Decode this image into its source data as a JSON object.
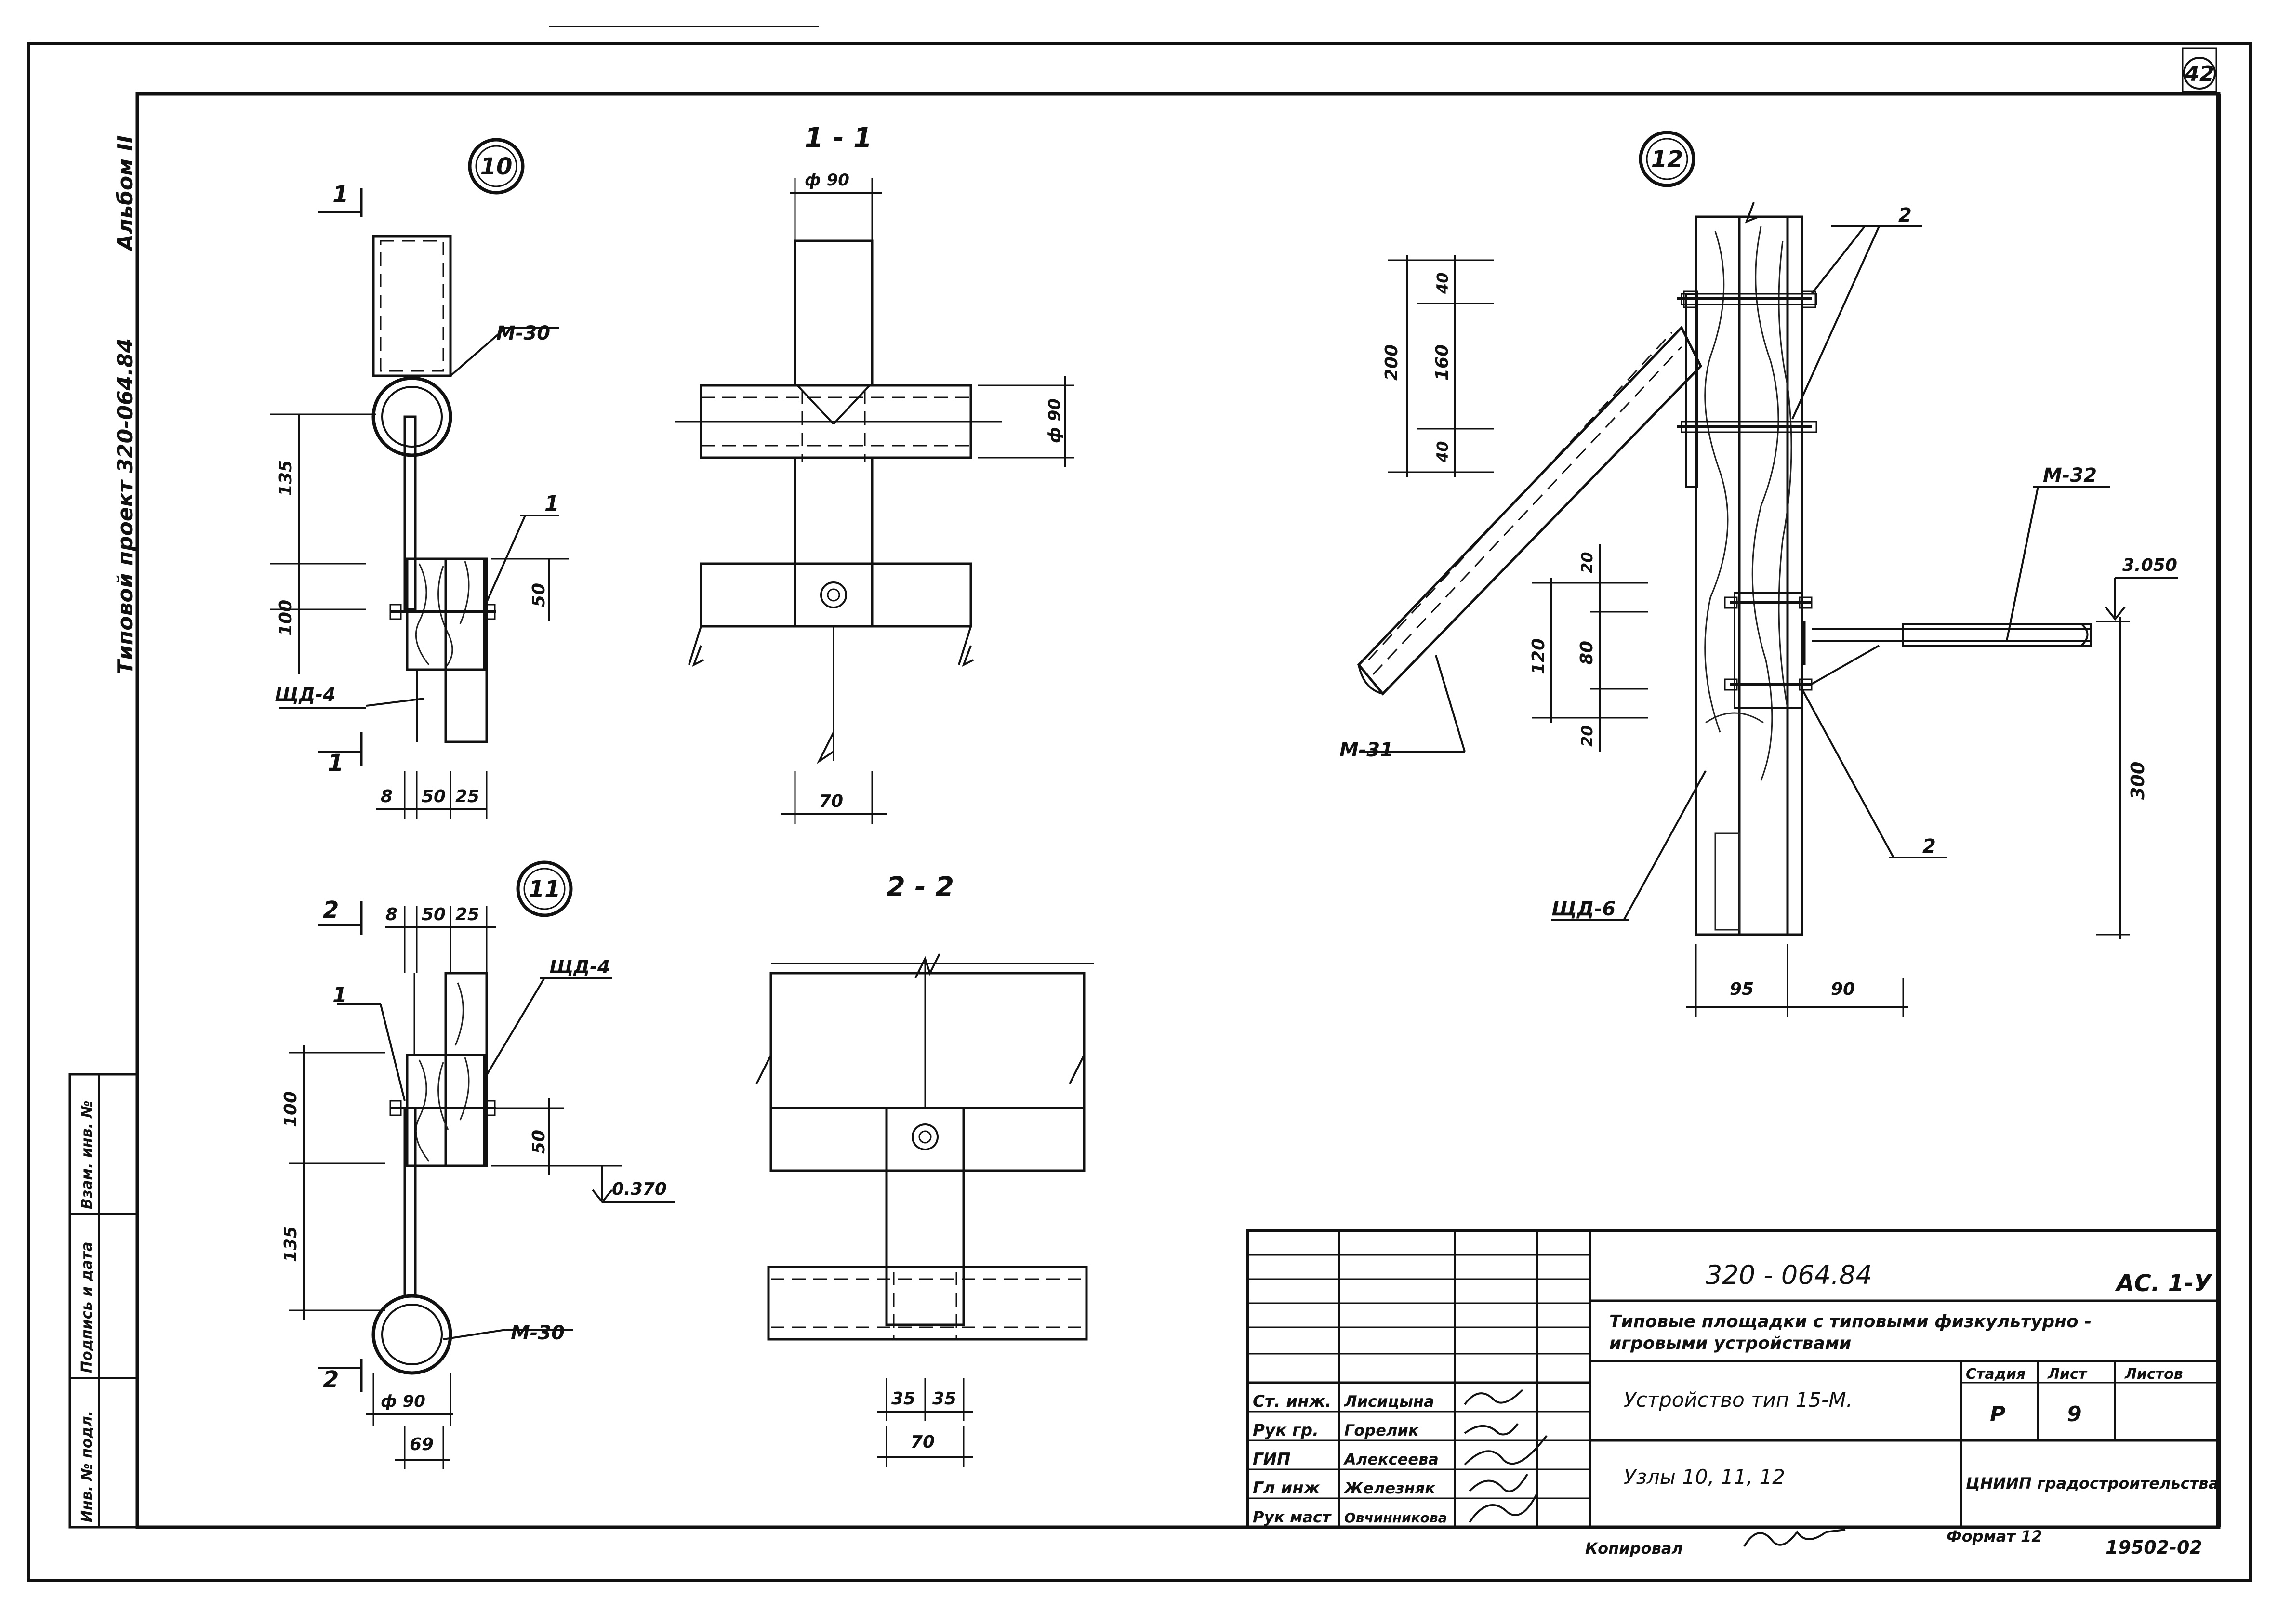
{
  "sheet": {
    "number": "42",
    "side_label_left": "Типовой  проект 320-064.84",
    "side_label_right": "Альбом II"
  },
  "nodes": {
    "n10": "10",
    "n11": "11",
    "n12": "12"
  },
  "sections": {
    "s11": "1 - 1",
    "s22": "2 - 2"
  },
  "labels": {
    "m30": "М-30",
    "m30b": "М-30",
    "m31": "М-31",
    "m32": "М-32",
    "shd4": "ЩД-4",
    "shd4b": "ЩД-4",
    "shd6": "ЩД-6",
    "one_a": "1",
    "one_b": "1",
    "one_cut_top": "1",
    "one_cut_bot": "1",
    "two_cut_top": "2",
    "two_cut_bot": "2",
    "two_a": "2",
    "two_b": "2",
    "elev1": "3.050",
    "elev2": "0.370"
  },
  "dims": {
    "d135": "135",
    "d100": "100",
    "d50": "50",
    "d8": "8",
    "d50b": "50",
    "d25": "25",
    "phi90": "ф 90",
    "phi90v": "ф 90",
    "d70": "70",
    "d8b": "8",
    "d50c": "50",
    "d25b": "25",
    "d100b": "100",
    "d135b": "135",
    "d50d": "50",
    "phi90b": "ф 90",
    "d69": "69",
    "d35a": "35",
    "d35b": "35",
    "d70b": "70",
    "d200": "200",
    "d160": "160",
    "d40a": "40",
    "d40b": "40",
    "d120": "120",
    "d80": "80",
    "d20a": "20",
    "d20b": "20",
    "d300": "300",
    "d95": "95",
    "d90": "90"
  },
  "title_block": {
    "code": "320 - 064.84",
    "sheet_code": "АС. 1-У",
    "project_title_1": "Типовые  площадки  с  типовыми   физкультурно -",
    "project_title_2": "игровыми   устройствами",
    "device": "Устройство   тип  15-М.",
    "nodes_line": "Узлы  10, 11, 12",
    "stage_hdr": "Стадия",
    "sheet_hdr": "Лист",
    "sheets_hdr": "Листов",
    "stage_val": "Р",
    "sheet_val": "9",
    "org": "ЦНИИП градостроительства",
    "roles": [
      "Ст. инж.",
      "Рук гр.",
      "ГИП",
      "Гл инж",
      "Рук маст"
    ],
    "names": [
      "Лисицына",
      "Горелик",
      "Алексеева",
      "Железняк",
      "Овчинникова"
    ],
    "copied": "Копировал",
    "format": "Формат 12",
    "order": "19502-02"
  },
  "left_strip": {
    "c1": "Инв. № подл.",
    "c2": "Подпись и дата",
    "c3": "Взам. инв. №"
  }
}
